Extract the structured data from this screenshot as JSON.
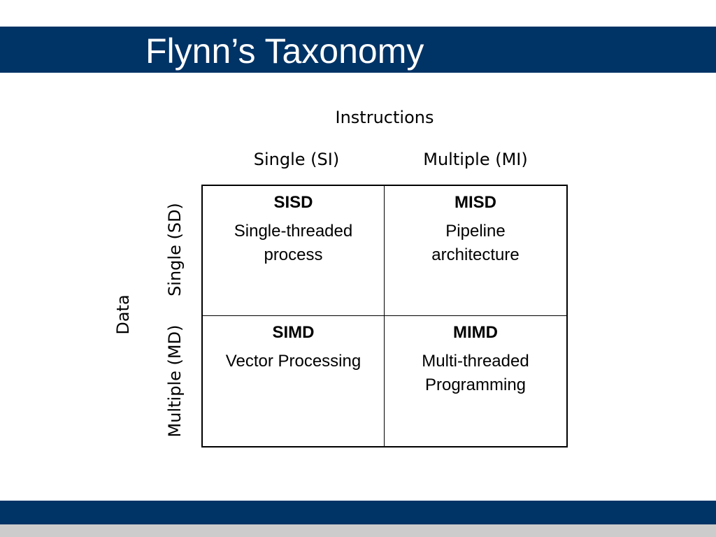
{
  "slide": {
    "title": "Flynn’s Taxonomy"
  },
  "diagram": {
    "instructions_label": "Instructions",
    "columns": [
      "Single (SI)",
      "Multiple (MI)"
    ],
    "data_label": "Data",
    "rows": [
      "Single (SD)",
      "Multiple (MD)"
    ],
    "cells": [
      [
        {
          "code": "SISD",
          "description": "Single-threaded\nprocess"
        },
        {
          "code": "MISD",
          "description": "Pipeline\narchitecture"
        }
      ],
      [
        {
          "code": "SIMD",
          "description": "Vector Processing"
        },
        {
          "code": "MIMD",
          "description": "Multi-threaded\nProgramming"
        }
      ]
    ]
  },
  "colors": {
    "banner": "#003366",
    "footer_strip": "#cccccc"
  }
}
